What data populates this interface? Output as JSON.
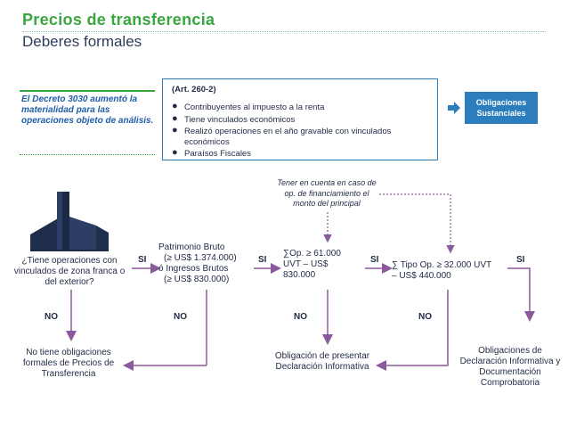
{
  "header": {
    "title": "Precios de transferencia",
    "subtitle": "Deberes formales"
  },
  "note": {
    "text": "El Decreto 3030 aumentó la materialidad para las operaciones objeto de análisis."
  },
  "article": {
    "heading": "(Art. 260-2)",
    "items": [
      "Contribuyentes al impuesto a la renta",
      "Tiene vinculados económicos",
      "Realizó operaciones en el año gravable con vinculados económicos",
      "Paraísos Fiscales"
    ]
  },
  "oblig_sustanciales": "Obligaciones Sustanciales",
  "financing_note": "Tener en cuenta en caso de op. de financiamiento el monto del principal",
  "flow": {
    "q1": "¿Tiene operaciones con vinculados de zona franca o del exterior?",
    "q2_line1": "Patrimonio Bruto",
    "q2_line2": "(≥ US$ 1.374.000)",
    "q2_line3": "ó Ingresos Brutos",
    "q2_line4": "(≥  US$ 830.000)",
    "q3_line1": "∑Op. ≥ 61.000",
    "q3_line2": "UVT – US$",
    "q3_line3": "830.000",
    "q4_line1": "∑ Tipo Op. ≥ 32.000 UVT",
    "q4_line2": "– US$ 440.000",
    "si": "SI",
    "no": "NO"
  },
  "outcomes": {
    "none": "No tiene obligaciones formales de Precios de Transferencia",
    "declaracion": "Obligación de presentar Declaración Informativa",
    "documentacion": "Obligaciones de Declaración Informativa y Documentación Comprobatoria"
  },
  "colors": {
    "title_green": "#3aa640",
    "blue": "#2b7dbc",
    "purple_arrow": "#8b5a9c",
    "dark_text": "#1f2a44"
  }
}
